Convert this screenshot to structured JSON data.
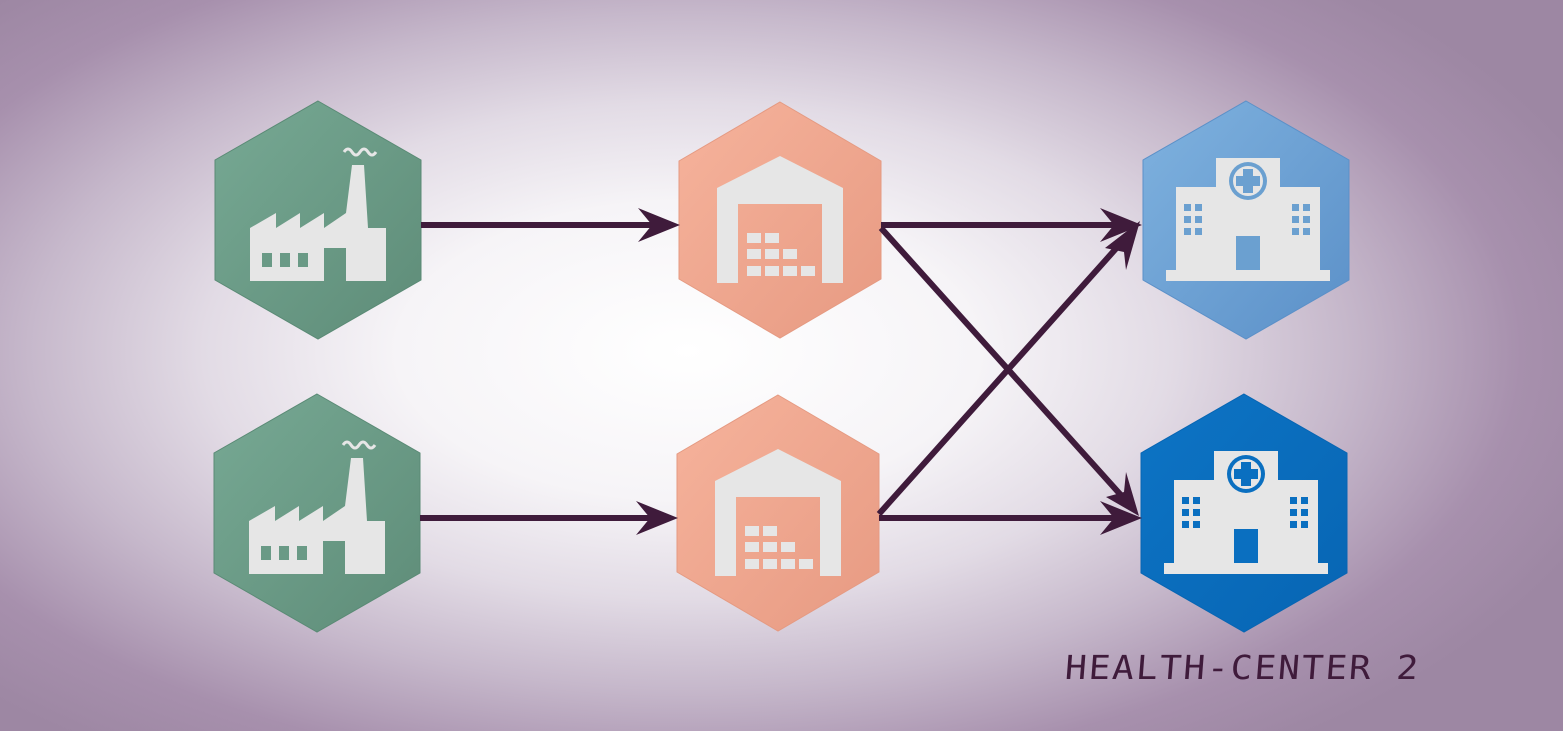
{
  "diagram": {
    "label": "HEALTH-CENTER 2",
    "nodes": [
      {
        "id": "factory-1",
        "type": "factory",
        "icon": "factory-icon",
        "color": "#6a9a86"
      },
      {
        "id": "factory-2",
        "type": "factory",
        "icon": "factory-icon",
        "color": "#6a9a86"
      },
      {
        "id": "warehouse-1",
        "type": "warehouse",
        "icon": "warehouse-icon",
        "color": "#f1a48c"
      },
      {
        "id": "warehouse-2",
        "type": "warehouse",
        "icon": "warehouse-icon",
        "color": "#f1a48c"
      },
      {
        "id": "health-center-1",
        "type": "hospital",
        "icon": "hospital-icon",
        "color": "#6ba0d0"
      },
      {
        "id": "health-center-2",
        "type": "hospital",
        "icon": "hospital-icon",
        "color": "#0a6fc0"
      }
    ],
    "edges": [
      {
        "from": "factory-1",
        "to": "warehouse-1"
      },
      {
        "from": "factory-2",
        "to": "warehouse-2"
      },
      {
        "from": "warehouse-1",
        "to": "health-center-1"
      },
      {
        "from": "warehouse-1",
        "to": "health-center-2"
      },
      {
        "from": "warehouse-2",
        "to": "health-center-1"
      },
      {
        "from": "warehouse-2",
        "to": "health-center-2"
      }
    ],
    "arrow_color": "#3f1b3b",
    "icon_color": "#e6e6e6"
  }
}
